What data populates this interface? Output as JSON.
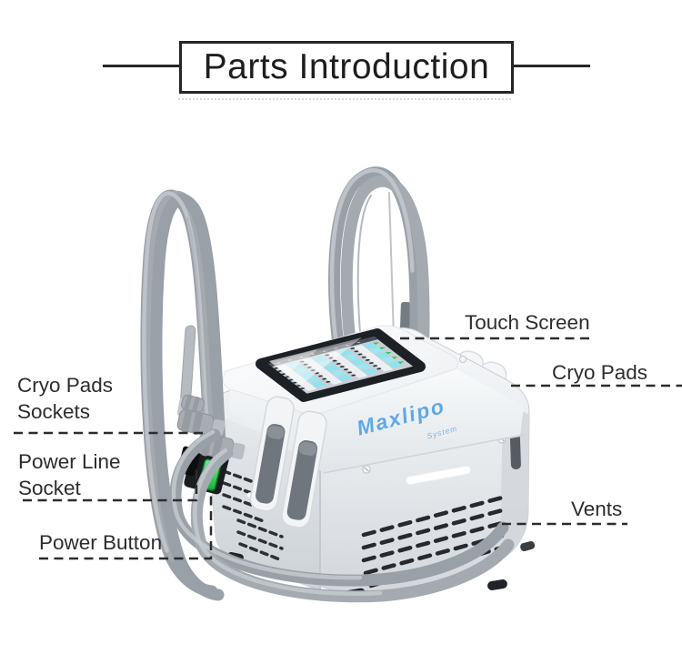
{
  "title": "Parts Introduction",
  "brand": {
    "name": "Maxlipo",
    "sub": "System"
  },
  "labels": {
    "touch_screen": "Touch Screen",
    "cryo_pads": "Cryo Pads",
    "vents": "Vents",
    "cryo_pads_sockets": "Cryo Pads Sockets",
    "power_line_socket": "Power Line Socket",
    "power_button": "Power Button"
  },
  "colors": {
    "label_text": "#2D2D2D",
    "brand_blue": "#5FA8E6",
    "screen_cyan": "#8CE4F0",
    "indicator_green": "#2FC14B",
    "power_button_green": "#2ED653",
    "cable_gray": "#A2A8AE",
    "body_light": "#EDF0F3"
  }
}
